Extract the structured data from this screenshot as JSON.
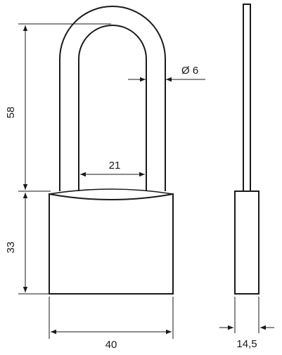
{
  "drawing": {
    "dimensions": {
      "shackle_height": "58",
      "body_height": "33",
      "body_width": "40",
      "shackle_inner_width": "21",
      "shackle_diameter": "Ø 6",
      "body_thickness": "14,5"
    }
  }
}
